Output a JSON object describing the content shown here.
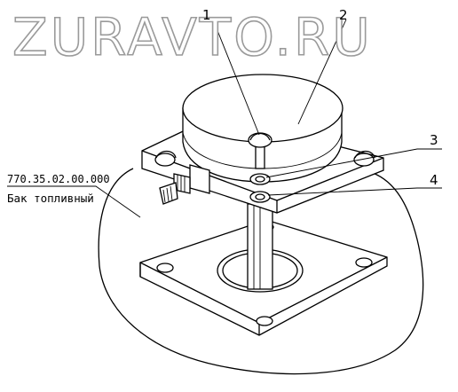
{
  "watermark": "ZURAVTO.RU",
  "part": {
    "number": "770.35.02.00.000",
    "name": "Бак топливный"
  },
  "callouts": [
    "1",
    "2",
    "3",
    "4"
  ]
}
